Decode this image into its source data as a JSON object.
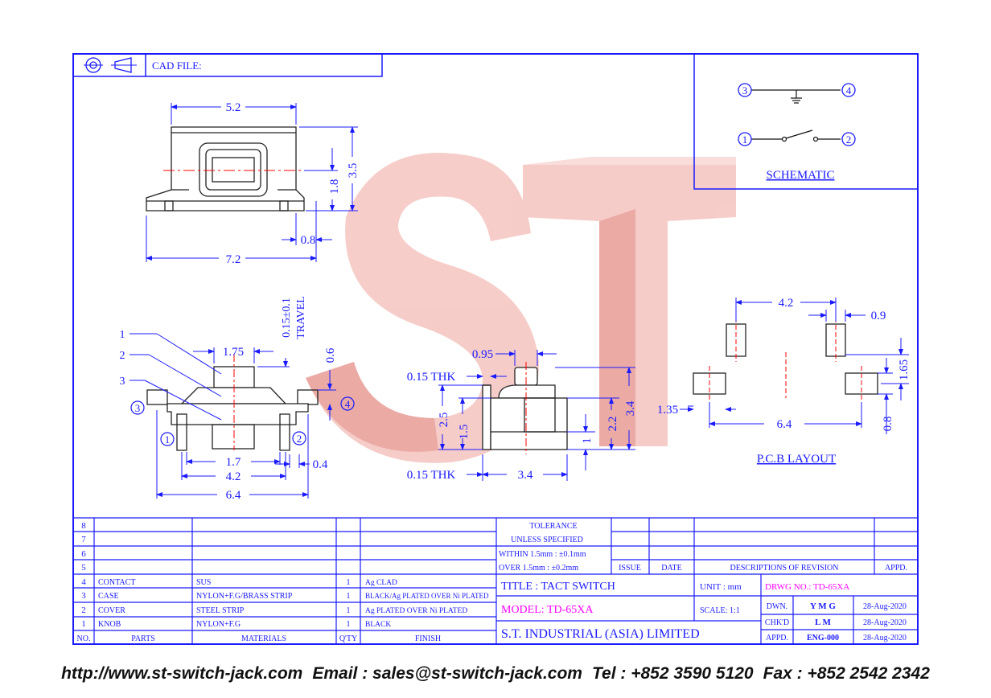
{
  "header": {
    "cad_file_label": "CAD FILE:"
  },
  "watermark": {
    "text": "ST"
  },
  "schematic": {
    "title": "SCHEMATIC",
    "pins": [
      "3",
      "4",
      "1",
      "2"
    ]
  },
  "top_view": {
    "dims": {
      "width_top": "5.2",
      "width_bottom": "7.2",
      "height_total": "3.5",
      "height_mid": "1.8",
      "offset": "0.8"
    }
  },
  "side_view": {
    "labels": [
      "1",
      "2",
      "3"
    ],
    "pins": [
      "3",
      "4",
      "1",
      "2"
    ],
    "dims": {
      "knob": "1.75",
      "travel": "0.15±0.1",
      "travel_label": "TRAVEL",
      "knob_h": "0.6",
      "inner": "1.7",
      "outer": "4.2",
      "total": "6.4",
      "leg": "0.4"
    }
  },
  "front_view": {
    "dims": {
      "top": "0.95",
      "thk_top": "0.15  THK",
      "thk_bottom": "0.15  THK",
      "h1": "2.5",
      "h2": "1.5",
      "h3": "2.2",
      "h4": "3.4",
      "h5": "1",
      "width": "3.4"
    }
  },
  "pcb_layout": {
    "title": "P.C.B  LAYOUT",
    "dims": {
      "spacing": "4.2",
      "pad": "0.9",
      "height": "1.65",
      "side": "1.35",
      "width": "6.4",
      "pad_h": "0.8"
    }
  },
  "tolerance": {
    "line1": "TOLERANCE",
    "line2": "UNLESS   SPECIFIED",
    "line3": "WITHIN  1.5mm : ±0.1mm",
    "line4": "OVER    1.5mm : ±0.2mm"
  },
  "revision": {
    "issue": "ISSUE",
    "date": "DATE",
    "desc": "DESCRIPTIONS  OF  REVISION",
    "appd": "APPD."
  },
  "bom": {
    "headers": {
      "no": "NO.",
      "parts": "PARTS",
      "materials": "MATERIALS",
      "qty": "Q'TY",
      "finish": "FINISH"
    },
    "row_numbers": [
      "8",
      "7",
      "6",
      "5"
    ],
    "rows": [
      {
        "no": "4",
        "part": "CONTACT",
        "material": "SUS",
        "qty": "1",
        "finish": "Ag  CLAD"
      },
      {
        "no": "3",
        "part": "CASE",
        "material": "NYLON+F.G/BRASS  STRIP",
        "qty": "1",
        "finish": "BLACK/Ag  PLATED  OVER  Ni  PLATED"
      },
      {
        "no": "2",
        "part": "COVER",
        "material": "STEEL  STRIP",
        "qty": "1",
        "finish": "Ag  PLATED  OVER  Ni  PLATED"
      },
      {
        "no": "1",
        "part": "KNOB",
        "material": "NYLON+F.G",
        "qty": "1",
        "finish": "BLACK"
      }
    ]
  },
  "title_block": {
    "title": "TITLE : TACT SWITCH",
    "unit": "UNIT :   mm",
    "drwg_no": "DRWG  NO.: TD-65XA",
    "model": "MODEL:  TD-65XA",
    "scale": "SCALE:   1:1",
    "company": "S.T.  INDUSTRIAL  (ASIA)  LIMITED",
    "sign": [
      {
        "role": "DWN.",
        "name": "Y M G",
        "date": "28-Aug-2020"
      },
      {
        "role": "CHK'D",
        "name": "L M",
        "date": "28-Aug-2020"
      },
      {
        "role": "APPD.",
        "name": "ENG-000",
        "date": "28-Aug-2020"
      }
    ]
  },
  "footer": {
    "url": "http://www.st-switch-jack.com",
    "email": "Email : sales@st-switch-jack.com",
    "tel": "Tel : +852 3590 5120",
    "fax": "Fax : +852 2542 2342"
  },
  "colors": {
    "line": "#1a1aff",
    "watermark": "#f1b5b0",
    "magenta": "#ff00ff",
    "centerline": "#ff0000"
  }
}
